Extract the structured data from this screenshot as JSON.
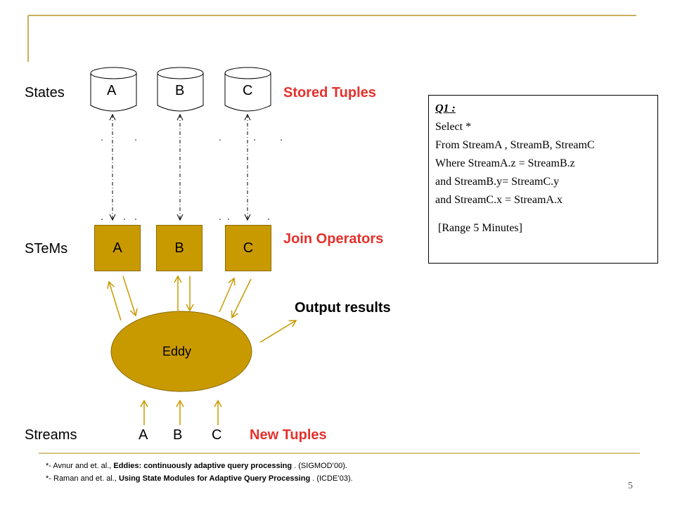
{
  "slide": {
    "number": "5",
    "accent_color": "#c8ae5c"
  },
  "diagram": {
    "layer_labels": {
      "states": "States",
      "stems": "STeMs",
      "streams": "Streams"
    },
    "state_cylinders": [
      "A",
      "B",
      "C"
    ],
    "stem_boxes": [
      "A",
      "B",
      "C"
    ],
    "stream_letters": [
      "A",
      "B",
      "C"
    ],
    "annotations": {
      "stored_tuples": "Stored Tuples",
      "join_operators": "Join Operators",
      "output_results": "Output results",
      "new_tuples": "New Tuples"
    },
    "eddy_label": "Eddy",
    "eddy_color": "#c99a00",
    "highlight_color": "#e4312b"
  },
  "query": {
    "title": "Q1 :",
    "lines": [
      "Select *",
      "From StreamA , StreamB, StreamC",
      "Where StreamA.z  =  StreamB.z",
      "and StreamB.y=  StreamC.y",
      "and StreamC.x =  StreamA.x",
      "",
      " [Range 5 Minutes]"
    ]
  },
  "references": [
    {
      "prefix": "*- Avnur and et. al., ",
      "title": "Eddies: continuously adaptive query processing",
      "suffix": " . (SIGMOD’00)."
    },
    {
      "prefix": "*- Raman and et. al., ",
      "title": "Using State Modules for Adaptive Query Processing",
      "suffix": " . (ICDE’03)."
    }
  ]
}
